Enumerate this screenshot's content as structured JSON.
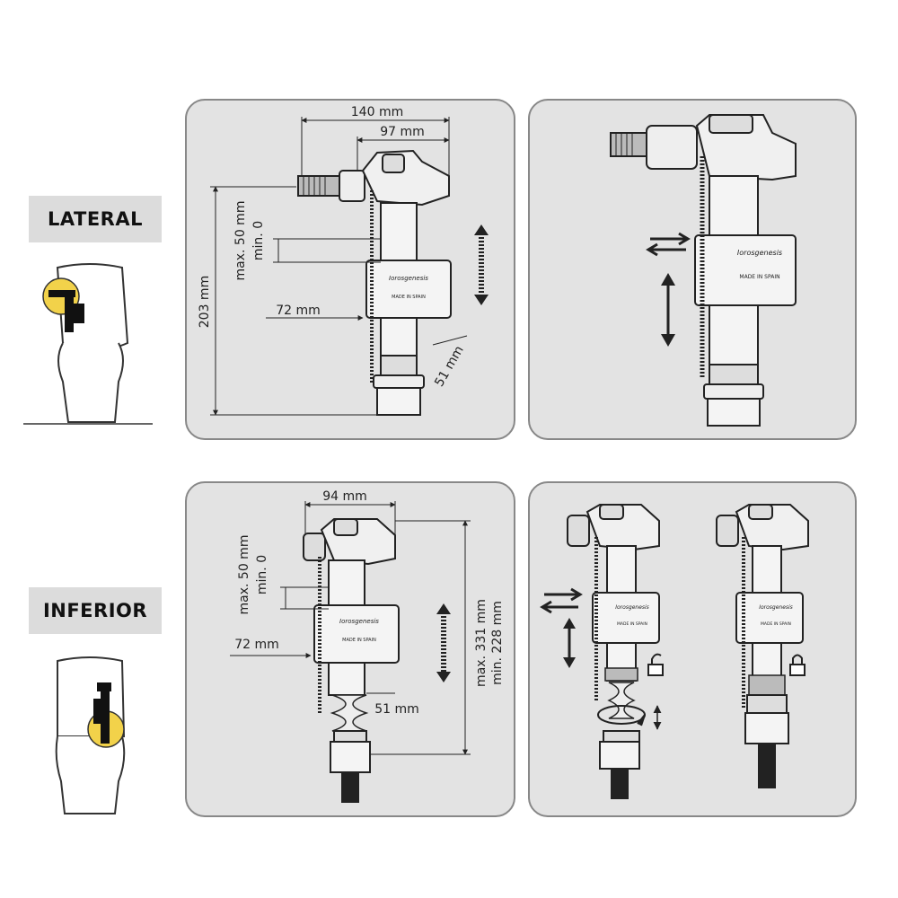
{
  "sections": {
    "lateral": "LATERAL",
    "inferior": "INFERIOR"
  },
  "lateral_dims": {
    "width_total": "140 mm",
    "width_inner": "97 mm",
    "height": "203 mm",
    "adjust_max": "max. 50 mm",
    "adjust_min": "min. 0",
    "float_width": "72 mm",
    "base_width": "51 mm"
  },
  "inferior_dims": {
    "width": "94 mm",
    "adjust_max": "max. 50 mm",
    "adjust_min": "min. 0",
    "float_width": "72 mm",
    "base_width": "51 mm",
    "height_max": "max. 331 mm",
    "height_min": "min. 228 mm"
  },
  "product": {
    "brand": "Iorosgenesis",
    "made_in": "MADE IN SPAIN"
  },
  "colors": {
    "panel_bg": "#e3e3e3",
    "panel_border": "#888888",
    "label_bg": "#dcdcdc",
    "highlight": "#f2d24a"
  },
  "icons": [
    "lock-open-icon",
    "lock-closed-icon",
    "rotate-icon",
    "double-arrow-icon"
  ]
}
